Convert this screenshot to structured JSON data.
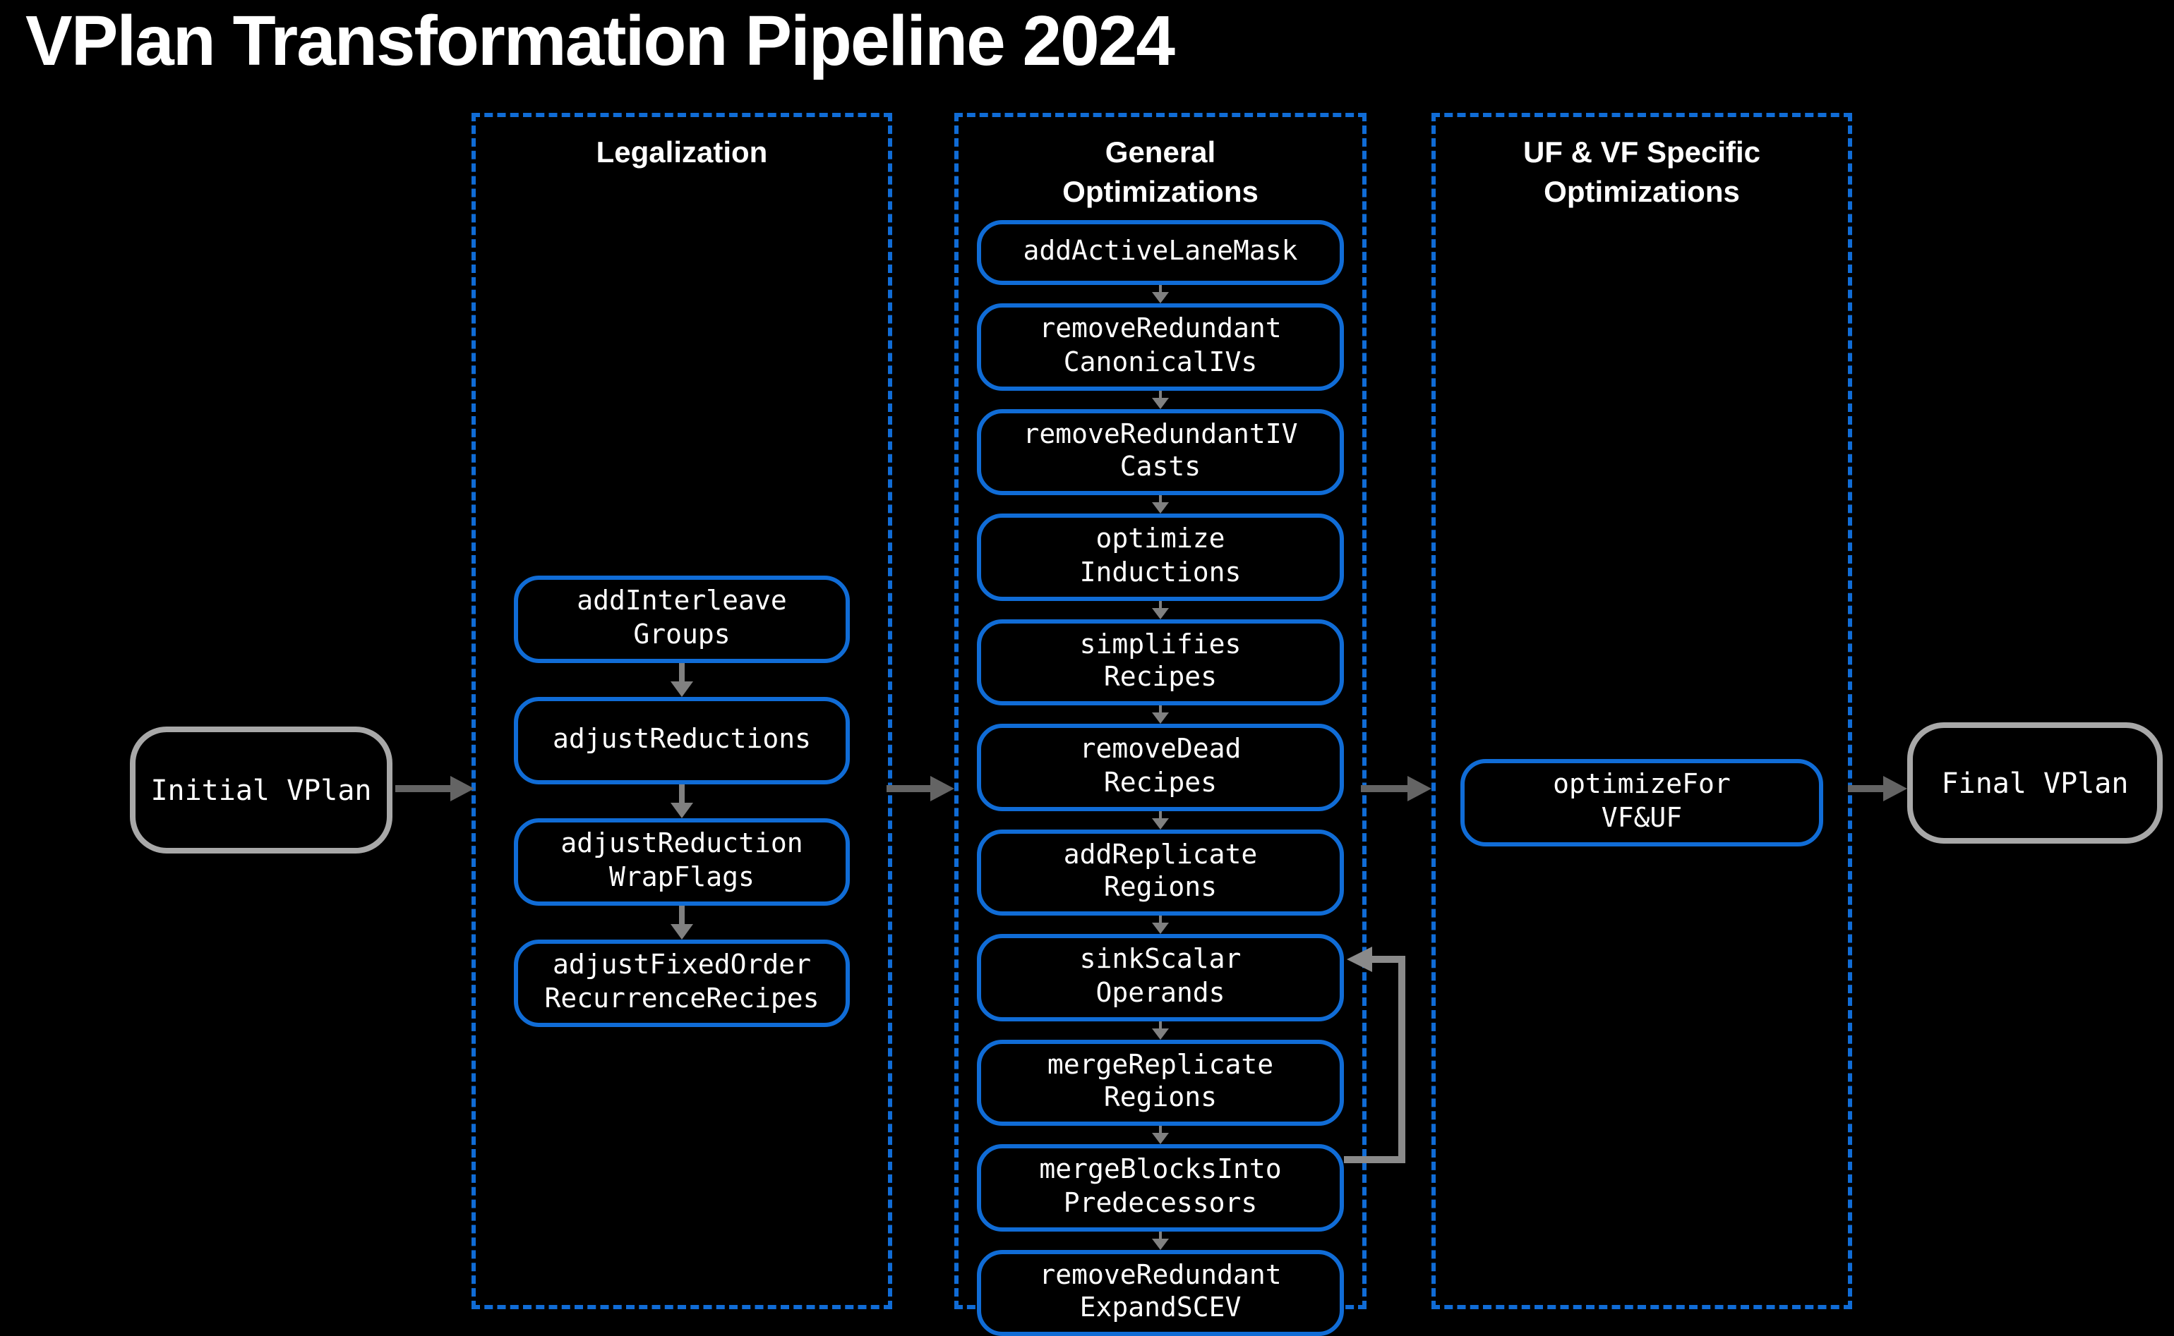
{
  "title": "VPlan Transformation Pipeline 2024",
  "terminals": {
    "initial": "Initial VPlan",
    "final": "Final VPlan"
  },
  "columns": [
    {
      "id": "legalization",
      "title_text": "Legalization",
      "arrow_style": "big",
      "nodes": [
        {
          "id": "addInterleaveGroups",
          "lines": [
            "addInterleave",
            "Groups"
          ]
        },
        {
          "id": "adjustReductions",
          "lines": [
            "adjustReductions"
          ]
        },
        {
          "id": "adjustReductionWrapFlags",
          "lines": [
            "adjustReduction",
            "WrapFlags"
          ]
        },
        {
          "id": "adjustFixedOrderRecurrenceRecipes",
          "lines": [
            "adjustFixedOrder",
            "RecurrenceRecipes"
          ]
        }
      ]
    },
    {
      "id": "general-optimizations",
      "title_text": "General\nOptimizations",
      "arrow_style": "small",
      "nodes": [
        {
          "id": "addActiveLaneMask",
          "lines": [
            "addActiveLaneMask"
          ]
        },
        {
          "id": "removeRedundantCanonicalIVs",
          "lines": [
            "removeRedundant",
            "CanonicalIVs"
          ]
        },
        {
          "id": "removeRedundantIVCasts",
          "lines": [
            "removeRedundantIV",
            "Casts"
          ]
        },
        {
          "id": "optimizeInductions",
          "lines": [
            "optimize",
            "Inductions"
          ]
        },
        {
          "id": "simplifiesRecipes",
          "lines": [
            "simplifies",
            "Recipes"
          ]
        },
        {
          "id": "removeDeadRecipes",
          "lines": [
            "removeDead",
            "Recipes"
          ]
        },
        {
          "id": "addReplicateRegions",
          "lines": [
            "addReplicate",
            "Regions"
          ]
        },
        {
          "id": "sinkScalarOperands",
          "lines": [
            "sinkScalar",
            "Operands"
          ]
        },
        {
          "id": "mergeReplicateRegions",
          "lines": [
            "mergeReplicate",
            "Regions"
          ]
        },
        {
          "id": "mergeBlocksIntoPredecessors",
          "lines": [
            "mergeBlocksInto",
            "Predecessors"
          ]
        },
        {
          "id": "removeRedundantExpandSCEV",
          "lines": [
            "removeRedundant",
            "ExpandSCEV"
          ]
        }
      ]
    },
    {
      "id": "uf-vf-specific-optimizations",
      "title_text": "UF & VF Specific\nOptimizations",
      "arrow_style": "small",
      "nodes": [
        {
          "id": "optimizeForVFUF",
          "lines": [
            "optimizeFor",
            "VF&UF"
          ]
        }
      ]
    }
  ],
  "feedback_edge": {
    "from": "mergeBlocksIntoPredecessors",
    "to": "sinkScalarOperands"
  },
  "colors": {
    "background": "#000000",
    "accent_blue": "#106cd6",
    "main_arrow_gray": "#646464",
    "feedback_arrow_gray": "#8a8a8a",
    "inner_arrow_gray": "#808080",
    "terminal_border_gray": "#a8a8a8",
    "text_white": "#ffffff"
  }
}
